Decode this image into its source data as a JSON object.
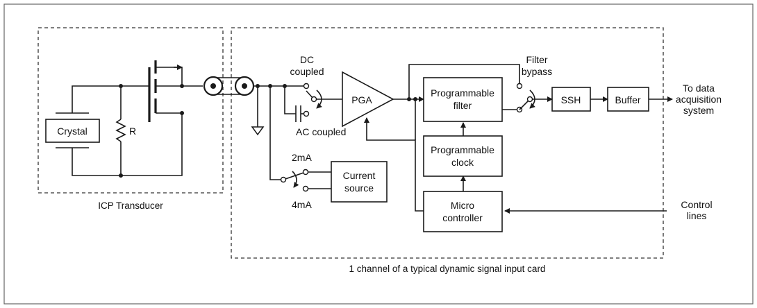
{
  "transducer": {
    "caption": "ICP Transducer",
    "crystal_label": "Crystal",
    "resistor_label": "R"
  },
  "card": {
    "caption": "1 channel of a typical dynamic signal input card"
  },
  "coupling": {
    "dc_line1": "DC",
    "dc_line2": "coupled",
    "ac_label": "AC coupled"
  },
  "current": {
    "opt_2": "2mA",
    "opt_4": "4mA",
    "source_line1": "Current",
    "source_line2": "source"
  },
  "blocks": {
    "pga": "PGA",
    "filter_line1": "Programmable",
    "filter_line2": "filter",
    "clock_line1": "Programmable",
    "clock_line2": "clock",
    "micro_line1": "Micro",
    "micro_line2": "controller",
    "ssh": "SSH",
    "buffer": "Buffer"
  },
  "bypass": {
    "line1": "Filter",
    "line2": "bypass"
  },
  "output": {
    "line1": "To data",
    "line2": "acquisition",
    "line3": "system"
  },
  "control": {
    "line1": "Control",
    "line2": "lines"
  }
}
